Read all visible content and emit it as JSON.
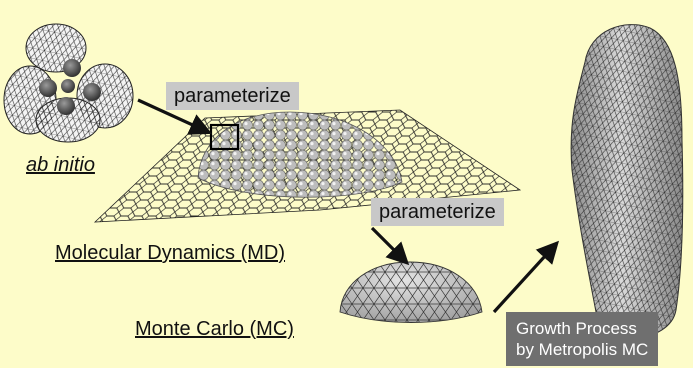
{
  "labels": {
    "ab_initio": "ab initio",
    "md": "Molecular Dynamics (MD)",
    "mc": "Monte Carlo (MC)"
  },
  "arrows": {
    "param_1": "parameterize",
    "param_2": "parameterize"
  },
  "growth_box": {
    "line1": "Growth Process",
    "line2": "by Metropolis MC"
  },
  "colors": {
    "background": "#fdfcc9",
    "tag_fill": "#c8c8c8",
    "dark_box_fill": "#6f6f6f",
    "arrow": "#111111",
    "mesh": "#333333"
  }
}
